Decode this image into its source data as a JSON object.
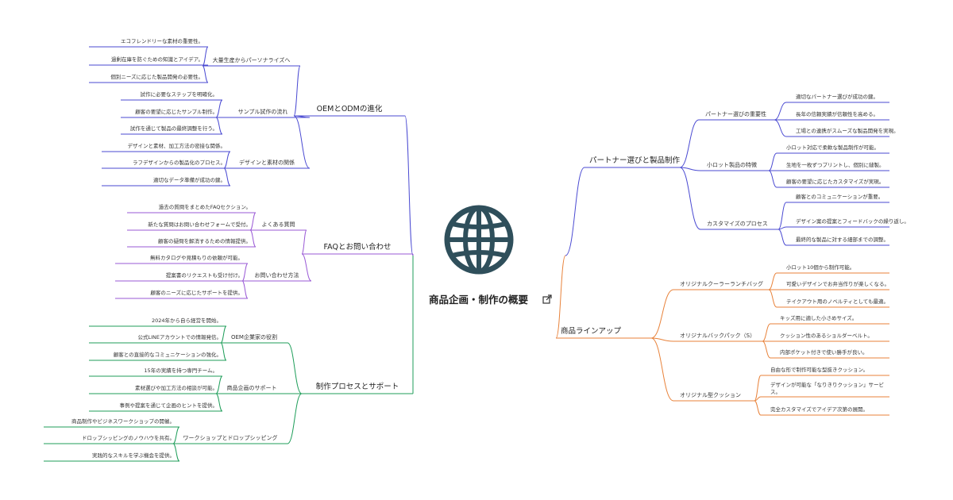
{
  "center": {
    "title": "商品企画・制作の概要",
    "icon": "globe-icon",
    "link_icon": "external-link-icon"
  },
  "colors": {
    "blue": "#4a4ad2",
    "purple": "#9a5ad6",
    "green": "#1f9e5a",
    "orange": "#e8823a",
    "globe": "#2f4f5b"
  },
  "branches": [
    {
      "label": "OEMとODMの進化",
      "color": "blue",
      "children": [
        {
          "label": "大量生産からパーソナライズへ",
          "children": [
            "エコフレンドリーな素材の重要性。",
            "過剰在庫を防ぐための知識とアイデア。",
            "個別ニーズに応じた製品開発の必要性。"
          ]
        },
        {
          "label": "サンプル試作の流れ",
          "children": [
            "試作に必要なステップを明確化。",
            "顧客の要望に応じたサンプル制作。",
            "試作を通じて製品の最終調整を行う。"
          ]
        },
        {
          "label": "デザインと素材の関係",
          "children": [
            "デザインと素材、加工方法の密接な関係。",
            "ラフデザインからの製品化のプロセス。",
            "適切なデータ準備が成功の鍵。"
          ]
        }
      ]
    },
    {
      "label": "FAQとお問い合わせ",
      "color": "purple",
      "children": [
        {
          "label": "よくある質問",
          "children": [
            "過去の質問をまとめたFAQセクション。",
            "新たな質問はお問い合わせフォームで受付。",
            "顧客の疑問を解消するための情報提供。"
          ]
        },
        {
          "label": "お問い合わせ方法",
          "children": [
            "無料カタログや見積もりの依頼が可能。",
            "提案書のリクエストも受け付け。",
            "顧客のニーズに応じたサポートを提供。"
          ]
        }
      ]
    },
    {
      "label": "制作プロセスとサポート",
      "color": "green",
      "children": [
        {
          "label": "OEM企業家の役割",
          "children": [
            "2024年から自ら経営を開始。",
            "公式LINEアカウントでの情報発信。",
            "顧客との直接的なコミュニケーションの強化。"
          ]
        },
        {
          "label": "商品企画のサポート",
          "children": [
            "15年の実績を持つ専門チーム。",
            "素材選びや加工方法の相談が可能。",
            "事例や提案を通じて企画のヒントを提供。"
          ]
        },
        {
          "label": "ワークショップとドロップシッピング",
          "children": [
            "商品制作やビジネスワークショップの開催。",
            "ドロップシッピングのノウハウを共有。",
            "実践的なスキルを学ぶ機会を提供。"
          ]
        }
      ]
    },
    {
      "label": "パートナー選びと製品制作",
      "color": "blue",
      "children": [
        {
          "label": "パートナー選びの重要性",
          "children": [
            "適切なパートナー選びが成功の鍵。",
            "長年の信頼実績が信頼性を高める。",
            "工場との連携がスムーズな製品開発を実現。"
          ]
        },
        {
          "label": "小ロット製品の特徴",
          "children": [
            "小ロット対応で柔軟な製品制作が可能。",
            "生地を一枚ずつプリントし、個別に縫製。",
            "顧客の要望に応じたカスタマイズが実現。"
          ]
        },
        {
          "label": "カスタマイズのプロセス",
          "children": [
            "顧客とのコミュニケーションが重要。",
            "デザイン案の提案とフィードバックの繰り返し。",
            "最終的な製品に対する細部までの調整。"
          ]
        }
      ]
    },
    {
      "label": "商品ラインアップ",
      "color": "orange",
      "children": [
        {
          "label": "オリジナルクーラーランチバッグ",
          "children": [
            "小ロット10個から制作可能。",
            "可愛いデザインでお弁当作りが楽しくなる。",
            "テイクアウト用のノベルティとしても最適。"
          ]
        },
        {
          "label": "オリジナルバックパック（S）",
          "children": [
            "キッズ用に適した小さめサイズ。",
            "クッション性のあるショルダーベルト。",
            "内部ポケット付きで使い勝手が良い。"
          ]
        },
        {
          "label": "オリジナル型クッション",
          "children": [
            "自由な形で制作可能な型抜きクッション。",
            "デザインが可能な「なりきりクッション」サービス。",
            "完全カスタマイズでアイデア次第の展開。"
          ]
        }
      ]
    }
  ]
}
